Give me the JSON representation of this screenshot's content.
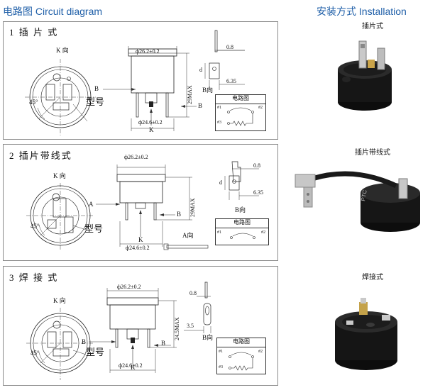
{
  "header": {
    "circuit_title": "电路图 Circuit diagram",
    "install_title": "安装方式 Installation"
  },
  "panels": [
    {
      "title": "1 插 片 式",
      "k_dir": "K 向",
      "angle": "45°",
      "model": "型号",
      "label_b": "B",
      "label_k": "K",
      "dia_top": "ф26.2±0.2",
      "dia_bottom": "ф24.6±0.2",
      "height": "29MAX",
      "thick": "0.8",
      "width": "6.35",
      "view_b": "B向",
      "d_label": "d",
      "circuit_label": "电路图",
      "pin1": "#1",
      "pin2": "#2",
      "pin3": "#3"
    },
    {
      "title": "2 插片带线式",
      "k_dir": "K 向",
      "angle": "45°",
      "model": "型号",
      "label_a": "A",
      "label_b": "B",
      "label_k": "K",
      "dia_top": "ф26.2±0.2",
      "dia_bottom": "ф24.6±0.2",
      "height": "29MAX",
      "thick": "0.8",
      "width": "6.35",
      "view_b": "B向",
      "view_a": "A向",
      "d_label": "d",
      "circuit_label": "电路图",
      "pin1": "#1",
      "pin2": "#2"
    },
    {
      "title": "3 焊 接 式",
      "k_dir": "K 向",
      "angle": "45°",
      "model": "型号",
      "label_b": "B",
      "label_k": "K",
      "dia_top": "ф26.2±0.2",
      "dia_bottom": "ф24.6±0.2",
      "height": "24.5MAX",
      "thick": "0.8",
      "width": "3.5",
      "view_b": "B向",
      "circuit_label": "电路图",
      "pin1": "#1",
      "pin2": "#2",
      "pin3": "#3"
    }
  ],
  "photos": [
    {
      "label": "插片式"
    },
    {
      "label": "插片带线式",
      "marking": "PTC"
    },
    {
      "label": "焊接式"
    }
  ],
  "colors": {
    "header_blue": "#1f5fa8",
    "panel_border": "#8a8a8a",
    "device_black": "#151515",
    "terminal_metal": "#b9b9b9"
  }
}
